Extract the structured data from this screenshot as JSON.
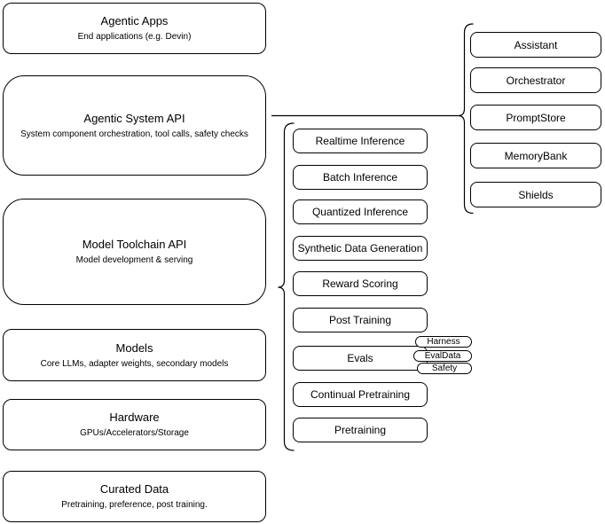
{
  "diagram": {
    "left_stack": {
      "boxes": [
        {
          "title": "Agentic Apps",
          "subtitle": "End applications (e.g. Devin)"
        },
        {
          "title": "Agentic System API",
          "subtitle": "System component orchestration, tool calls, safety checks"
        },
        {
          "title": "Model Toolchain API",
          "subtitle": "Model development & serving"
        },
        {
          "title": "Models",
          "subtitle": "Core LLMs, adapter weights, secondary models"
        },
        {
          "title": "Hardware",
          "subtitle": "GPUs/Accelerators/Storage"
        },
        {
          "title": "Curated Data",
          "subtitle": "Pretraining, preference, post training."
        }
      ]
    },
    "toolchain_stack": {
      "items": [
        {
          "label": "Realtime Inference"
        },
        {
          "label": "Batch Inference"
        },
        {
          "label": "Quantized Inference"
        },
        {
          "label": "Synthetic Data Generation"
        },
        {
          "label": "Reward Scoring"
        },
        {
          "label": "Post Training"
        },
        {
          "label": "Evals"
        },
        {
          "label": "Continual Pretraining"
        },
        {
          "label": "Pretraining"
        }
      ]
    },
    "system_components_stack": {
      "items": [
        {
          "label": "Assistant"
        },
        {
          "label": "Orchestrator"
        },
        {
          "label": "PromptStore"
        },
        {
          "label": "MemoryBank"
        },
        {
          "label": "Shields"
        }
      ]
    },
    "eval_tags": {
      "items": [
        {
          "label": "Harness"
        },
        {
          "label": "EvalData"
        },
        {
          "label": "Safety"
        }
      ]
    },
    "colors": {
      "stroke": "#000000",
      "background": "#ffffff",
      "text": "#000000"
    }
  }
}
